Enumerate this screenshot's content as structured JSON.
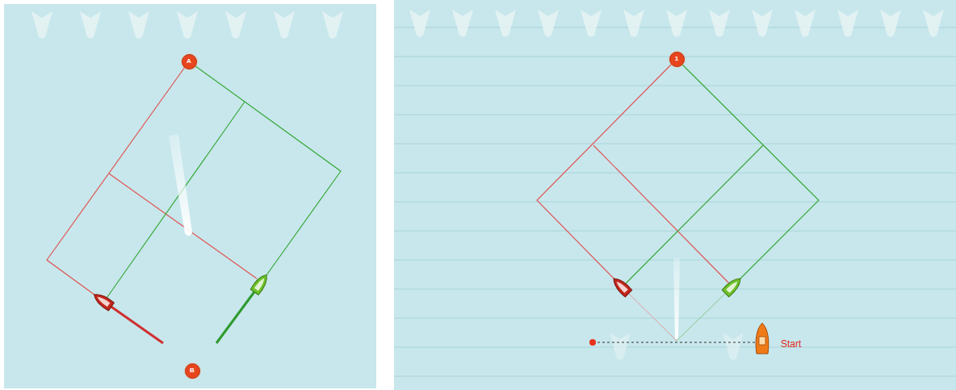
{
  "diagram": {
    "nodes": [
      {
        "text": [
          "A"
        ]
      },
      {
        "text": [
          "B"
        ]
      },
      {
        "text": [
          "1"
        ]
      }
    ],
    "labels": [
      "Start"
    ]
  }
}
